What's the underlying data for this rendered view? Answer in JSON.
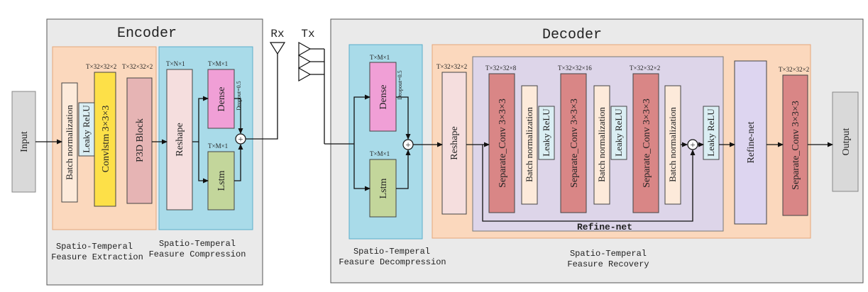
{
  "encoder": {
    "title": "Encoder",
    "extraction_caption_1": "Spatio-Temperal",
    "extraction_caption_2": "Feasure Extraction",
    "compression_caption_1": "Spatio-Temperal",
    "compression_caption_2": "Feasure Compression",
    "blocks": {
      "batch_norm": "Batch normalization",
      "leaky_relu": "Leaky ReLU",
      "convlstm": "Convlstm 3×3×3",
      "p3d": "P3D Block",
      "reshape": "Reshape",
      "dense": "Dense",
      "lstm": "Lstm"
    },
    "dims": {
      "convlstm": "T×32×32×2",
      "p3d": "T×32×32×2",
      "reshape": "T×N×1",
      "dense": "T×M×1",
      "lstm": "T×M×1",
      "dropout": "Dropout=0.5"
    }
  },
  "channel": {
    "rx": "Rx",
    "tx": "Tx"
  },
  "decoder": {
    "title": "Decoder",
    "decompression_caption_1": "Spatio-Temperal",
    "decompression_caption_2": "Feasure Decompression",
    "recovery_caption_1": "Spatio-Temperal",
    "recovery_caption_2": "Feasure Recovery",
    "refine_net_label": "Refine-net",
    "blocks": {
      "dense": "Dense",
      "lstm": "Lstm",
      "reshape": "Reshape",
      "sep_conv_1": "Separate_Conv 3×3×3",
      "batch_norm_1": "Batch normalization",
      "leaky_relu_1": "Leaky ReLU",
      "sep_conv_2": "Separate_Conv 3×3×3",
      "batch_norm_2": "Batch normalization",
      "leaky_relu_2": "Leaky ReLU",
      "sep_conv_3": "Separate_Conv 3×3×3",
      "batch_norm_3": "Batch normalization",
      "leaky_relu_3": "Leaky ReLU",
      "refine_net_block": "Refine-net",
      "sep_conv_out": "Separate_Conv 3×3×3"
    },
    "dims": {
      "dense": "T×M×1",
      "dropout": "Dropout=0.5",
      "lstm": "T×M×1",
      "reshape": "T×32×32×2",
      "sep_conv_1": "T×32×32×8",
      "sep_conv_2": "T×32×32×16",
      "sep_conv_3": "T×32×32×2",
      "sep_conv_out": "T×32×32×2"
    }
  },
  "io": {
    "input": "Input",
    "output": "Output"
  },
  "symbols": {
    "sum": "+"
  },
  "colors": {
    "panel_gray": "#eaeaea",
    "orange_fill": "#fbd8bd",
    "blue_fill": "#a9dbe9",
    "purple_fill": "#ddd5e9",
    "pink_light": "#f5dede",
    "dense_pink": "#f09fd6",
    "lstm_green": "#c3d69b",
    "convlstm_yellow": "#fde048",
    "p3d_rose": "#e6b4b4",
    "sepconv_red": "#d98686",
    "bn_cream": "#fdeada",
    "relu_blue": "#daeef3",
    "refine_lavender": "#ddd5f0",
    "io_gray": "#d9d9d9"
  }
}
